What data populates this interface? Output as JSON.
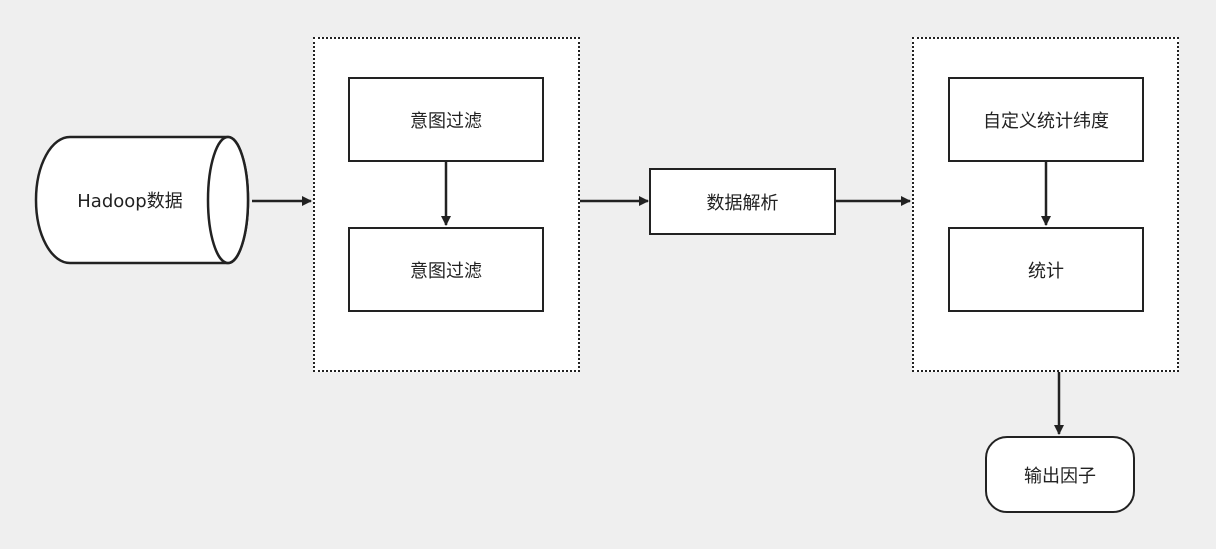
{
  "diagram": {
    "source": {
      "label": "Hadoop数据",
      "shape": "cylinder"
    },
    "group_filter": {
      "steps": [
        {
          "label": "意图过滤"
        },
        {
          "label": "意图过滤"
        }
      ]
    },
    "parse": {
      "label": "数据解析"
    },
    "group_stats": {
      "steps": [
        {
          "label": "自定义统计纬度"
        },
        {
          "label": "统计"
        }
      ]
    },
    "output": {
      "label": "输出因子",
      "shape": "rounded-terminal"
    },
    "edges": [
      {
        "from": "source",
        "to": "group_filter"
      },
      {
        "from": "group_filter.step1",
        "to": "group_filter.step2"
      },
      {
        "from": "group_filter",
        "to": "parse"
      },
      {
        "from": "parse",
        "to": "group_stats"
      },
      {
        "from": "group_stats.step1",
        "to": "group_stats.step2"
      },
      {
        "from": "group_stats",
        "to": "output"
      }
    ]
  },
  "colors": {
    "background": "#efefef",
    "stroke": "#222222",
    "fill": "#ffffff"
  }
}
